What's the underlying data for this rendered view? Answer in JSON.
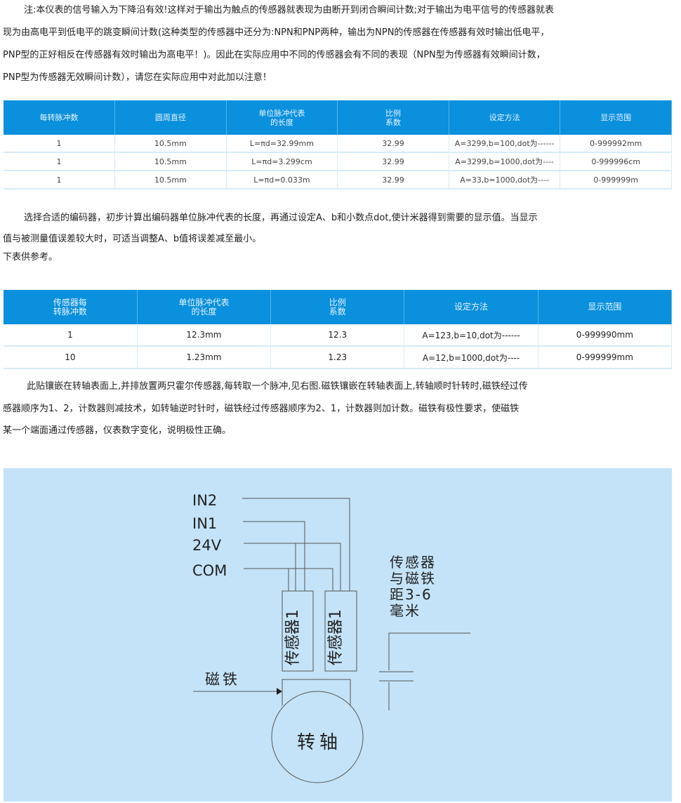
{
  "note": {
    "line1": "注:本仪表的信号输入为下降沿有效!这样对于输出为触点的传感器就表现为由断开到闭合瞬间计数;对于输出为电平信号的传感器就表",
    "line2": "现为由高电平到低电平的跳变瞬间计数(这种类型的传感器中还分为:NPN和PNP两种，输出为NPN的传感器在传感器有效时输出低电平，",
    "line3": "PNP型的正好相反在传感器有效时输出为高电平！)。因此在实际应用中不同的传感器会有不同的表现（NPN型为传感器有效瞬间计数，",
    "line4": "PNP型为传感器无效瞬间计数），请您在实际应用中对此加以注意！"
  },
  "table1": {
    "headers": [
      "每转脉冲数",
      "圆周直径",
      "单位脉冲代表\n的长度",
      "比例\n系数",
      "设定方法",
      "显示范围"
    ],
    "rows": [
      [
        "1",
        "10.5mm",
        "L=πd=32.99mm",
        "32.99",
        "A=3299,b=100,dot为------",
        "0-999992mm"
      ],
      [
        "1",
        "10.5mm",
        "L=πd=3.299cm",
        "32.99",
        "A=3299,b=1000,dot为----",
        "0-999996cm"
      ],
      [
        "1",
        "10.5mm",
        "L=πd=0.033m",
        "32.99",
        "A=33,b=1000,dot为----",
        "0-999999m"
      ]
    ]
  },
  "para2": {
    "line1": "选择合适的编码器，初步计算出编码器单位脉冲代表的长度，再通过设定A、b和小数点dot,使计米器得到需要的显示值。当显示",
    "line2": "值与被测量值误差较大时，可适当调整A、b值将误差减至最小。",
    "line3": "下表供参考。"
  },
  "table2": {
    "headers": [
      "传感器每\n转脉冲数",
      "单位脉冲代表\n的长度",
      "比例\n系数",
      "设定方法",
      "显示范围"
    ],
    "rows": [
      [
        "1",
        "12.3mm",
        "12.3",
        "A=123,b=10,dot为------",
        "0-999990mm"
      ],
      [
        "10",
        "1.23mm",
        "1.23",
        "A=12,b=1000,dot为----",
        "0-999999mm"
      ]
    ]
  },
  "para3": {
    "line1": "此贴镶嵌在转轴表面上,并排放置两只霍尔传感器,每转取一个脉冲,见右图.磁铁镶嵌在转轴表面上,转轴顺时针转时,磁铁经过传",
    "line2": "感器顺序为1、2，计数器则减技术，如转轴逆时针时，磁铁经过传感器顺序为2、1，计数器则加计数。磁铁有极性要求，使磁铁",
    "line3": "某一个端面通过传感器，仪表数字变化，说明极性正确。"
  },
  "diagram": {
    "in2": "IN2",
    "in1": "IN1",
    "v24": "24V",
    "com": "COM",
    "sensor1": "传感器1",
    "sensor2": "传感器1",
    "magnet": "磁铁",
    "shaft": "转轴",
    "gap_l1": "传感器",
    "gap_l2": "与磁铁",
    "gap_l3": "距3-6",
    "gap_l4": "毫米"
  }
}
